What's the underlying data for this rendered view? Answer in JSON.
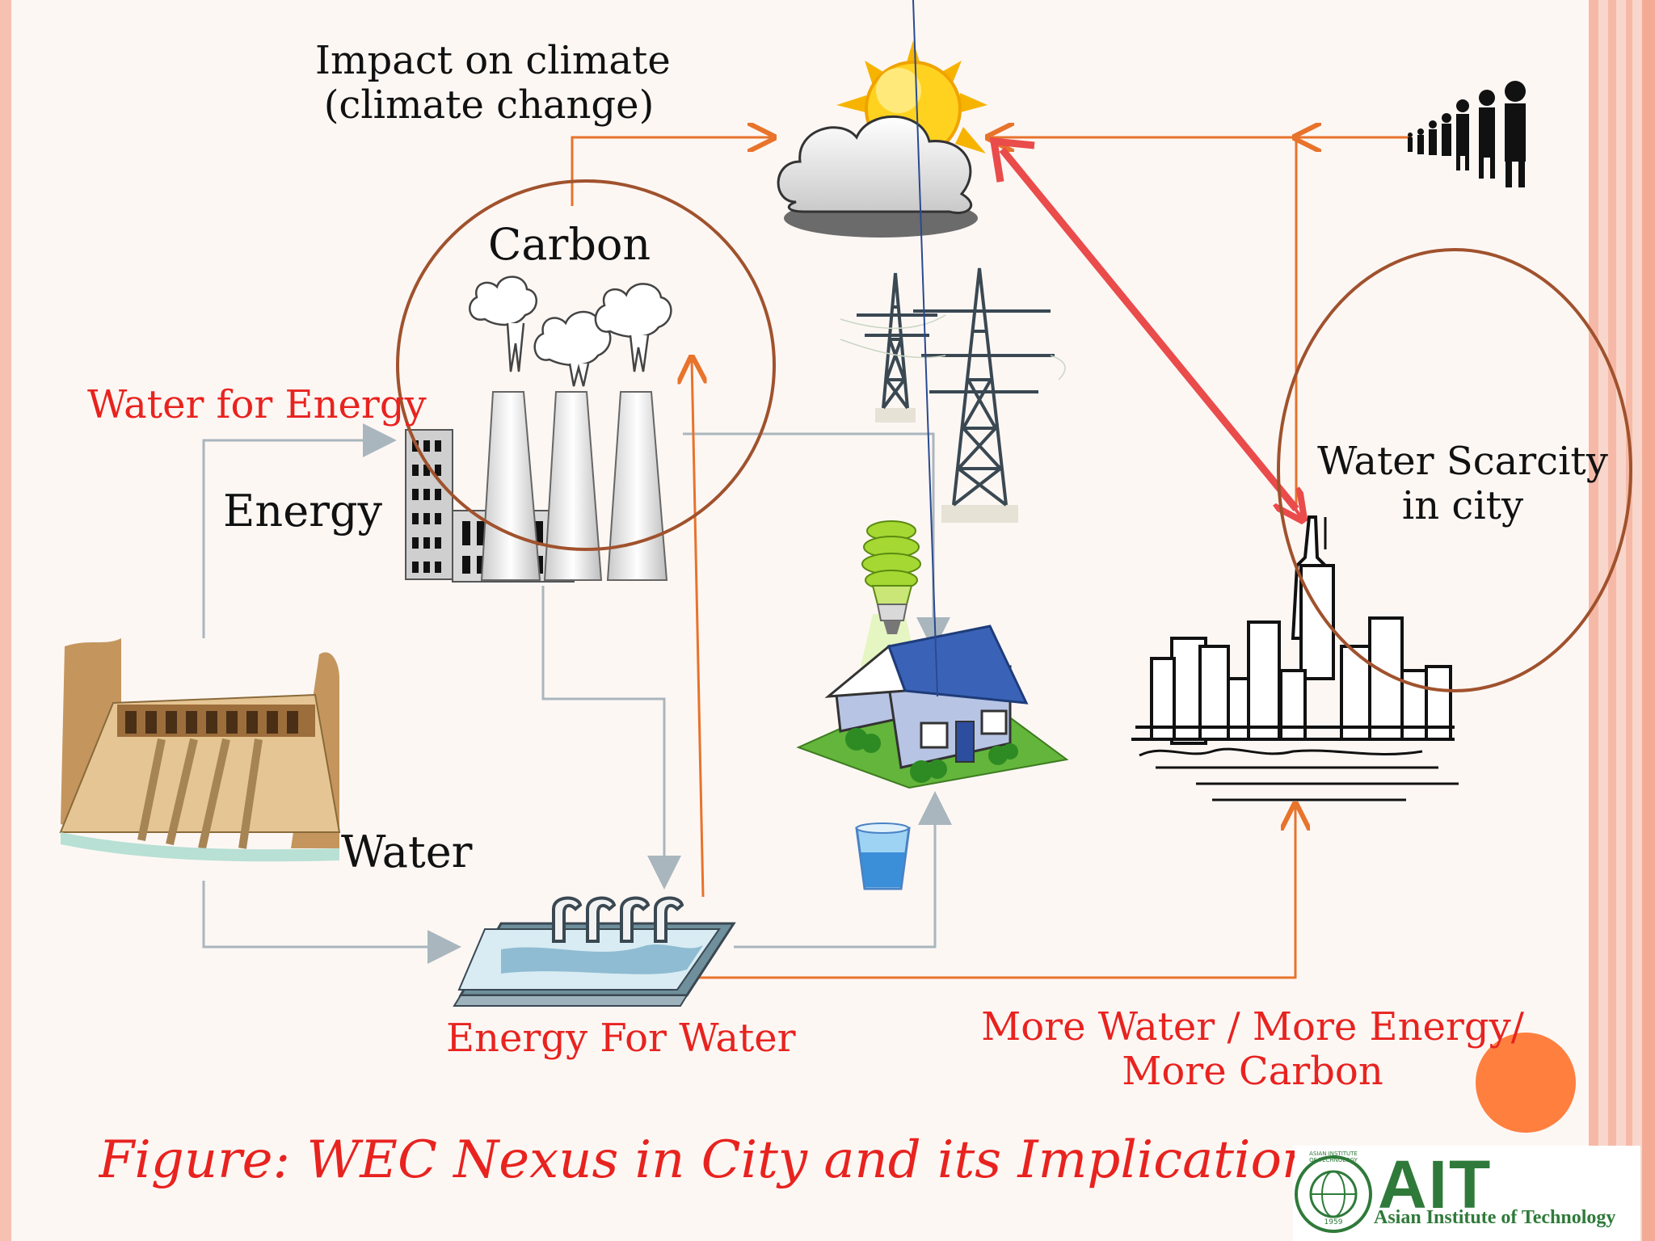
{
  "labels": {
    "impact_climate_line1": "Impact on climate",
    "impact_climate_line2": "(climate change)",
    "carbon": "Carbon",
    "water_for_energy": "Water for Energy",
    "energy": "Energy",
    "water": "Water",
    "energy_for_water": "Energy For Water",
    "water_scarcity_line1": "Water Scarcity",
    "water_scarcity_line2": "in city",
    "more_wec_line1": "More Water / More Energy/",
    "more_wec_line2": "More Carbon"
  },
  "caption": "Figure: WEC Nexus in City and its Implications",
  "logo": {
    "abbr": "AIT",
    "name": "Asian Institute of Technology",
    "seal_text": "ASIAN INSTITUTE OF TECHNOLOGY",
    "seal_year": "1959"
  },
  "colors": {
    "label_red": "#e8231f",
    "arrow_orange": "#e8732b",
    "arrow_grey": "#a9b6bd",
    "ellipse_brown": "#a0522d",
    "bold_red_arrow": "#ea4b4b",
    "accent_orange_circle": "#ff7f3f",
    "border_pink": "#f6b9a8",
    "logo_green": "#2f7a3a"
  },
  "icons": [
    "sun-icon",
    "cloud-icon",
    "people-icon",
    "power-tower-icon",
    "factory-icon",
    "smoke-icon",
    "dam-icon",
    "water-treatment-icon",
    "lightbulb-icon",
    "house-icon",
    "glass-icon",
    "city-skyline-icon"
  ]
}
